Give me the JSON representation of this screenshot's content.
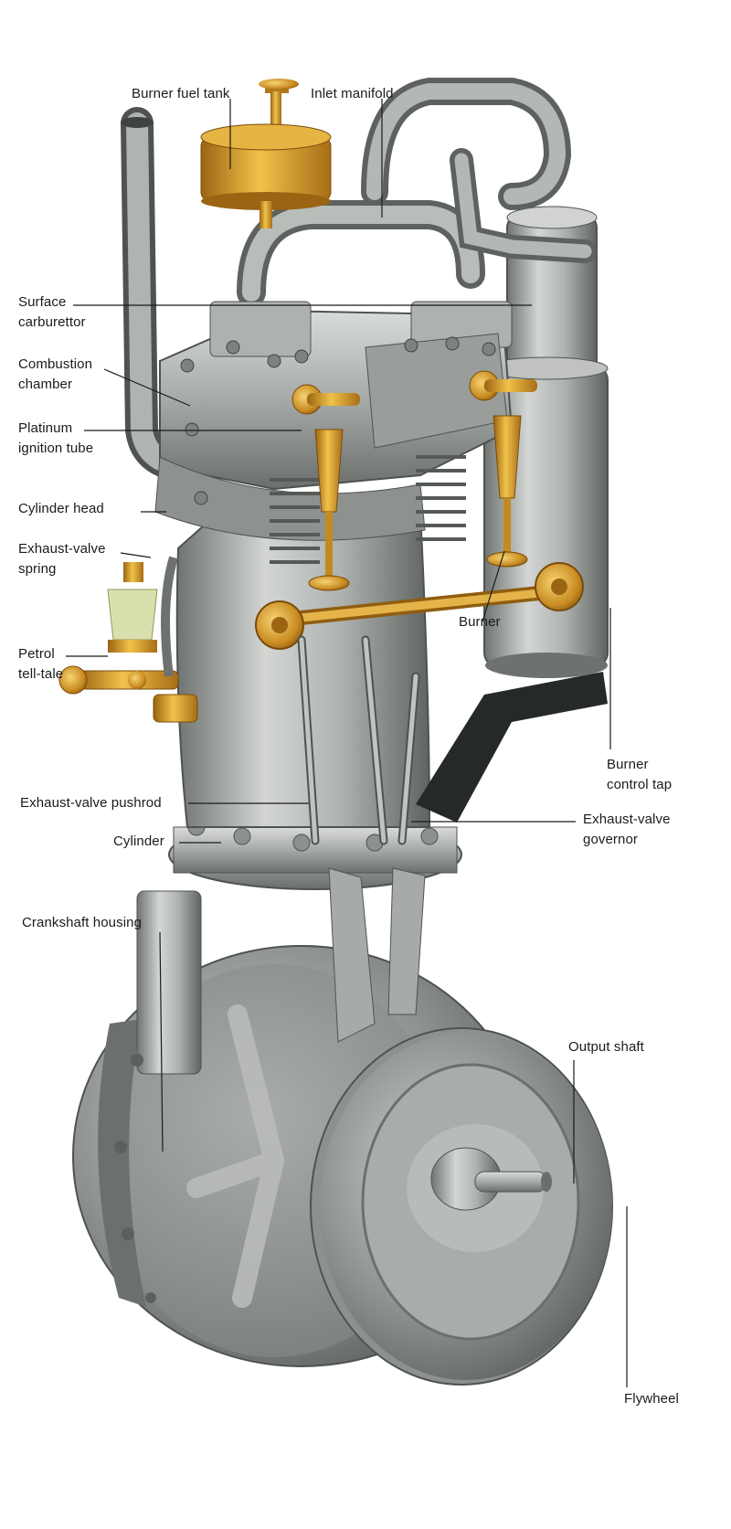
{
  "labels": {
    "burner_fuel_tank": "Burner fuel tank",
    "inlet_manifold": "Inlet manifold",
    "surface_carburettor": [
      "Surface",
      "carburettor"
    ],
    "combustion_chamber": [
      "Combustion",
      "chamber"
    ],
    "platinum_ignition_tube": [
      "Platinum",
      "ignition tube"
    ],
    "cylinder_head": "Cylinder head",
    "exhaust_valve_spring": [
      "Exhaust-valve",
      "spring"
    ],
    "burner": "Burner",
    "petrol_tell_tale": [
      "Petrol",
      "tell-tale"
    ],
    "burner_control_tap": [
      "Burner",
      "control tap"
    ],
    "exhaust_valve_pushrod": "Exhaust-valve pushrod",
    "exhaust_valve_governor": [
      "Exhaust-valve",
      "governor"
    ],
    "cylinder": "Cylinder",
    "crankshaft_housing": "Crankshaft housing",
    "output_shaft": "Output shaft",
    "flywheel": "Flywheel"
  },
  "colors": {
    "steel_light": "#c9ccc9",
    "steel_mid": "#9ea29f",
    "steel_dark": "#5d625f",
    "brass": "#d6a12a",
    "brass_dark": "#8f5e10",
    "black_bracket": "#26292a",
    "leader": "#1b1b1b"
  }
}
